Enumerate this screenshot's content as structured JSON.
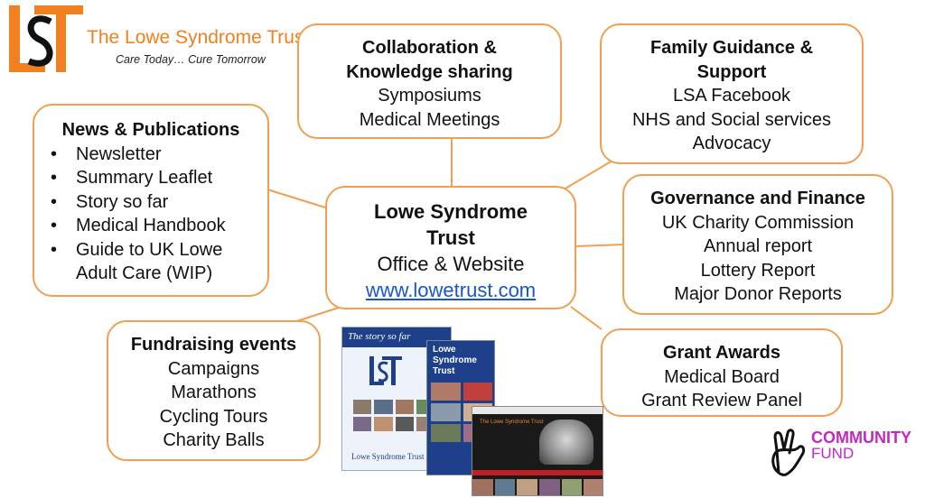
{
  "brand": {
    "logo_letters": "LST",
    "name": "The Lowe Syndrome Trust",
    "tagline": "Care Today… Cure Tomorrow",
    "accent": "#f08020"
  },
  "center": {
    "title": "Lowe Syndrome Trust",
    "subtitle": "Office & Website",
    "url": "www.lowetrust.com"
  },
  "nodes": {
    "collaboration": {
      "title": "Collaboration & Knowledge sharing",
      "lines": [
        "Symposiums",
        "Medical Meetings"
      ]
    },
    "family": {
      "title": "Family Guidance & Support",
      "lines": [
        "LSA Facebook",
        "NHS and Social services",
        "Advocacy"
      ]
    },
    "news": {
      "title": "News & Publications",
      "items": [
        "Newsletter",
        "Summary Leaflet",
        "Story so far",
        "Medical Handbook",
        "Guide to UK Lowe Adult Care  (WIP)"
      ]
    },
    "governance": {
      "title": "Governance and Finance",
      "lines": [
        "UK Charity Commission",
        "Annual report",
        "Lottery Report",
        "Major Donor Reports"
      ]
    },
    "fundraising": {
      "title": "Fundraising events",
      "lines": [
        "Campaigns",
        "Marathons",
        "Cycling Tours",
        "Charity Balls"
      ]
    },
    "grants": {
      "title": "Grant Awards",
      "lines": [
        "Medical Board",
        "Grant Review Panel"
      ]
    }
  },
  "publications": {
    "story_title": "The story so far",
    "story_footer": "Lowe Syndrome Trust",
    "booklet_title": "Lowe Syndrome Trust",
    "website_title": "The Lowe Syndrome Trust"
  },
  "sponsor": {
    "line1": "COMMUNITY",
    "line2": "FUND",
    "color": "#c02ac0"
  }
}
